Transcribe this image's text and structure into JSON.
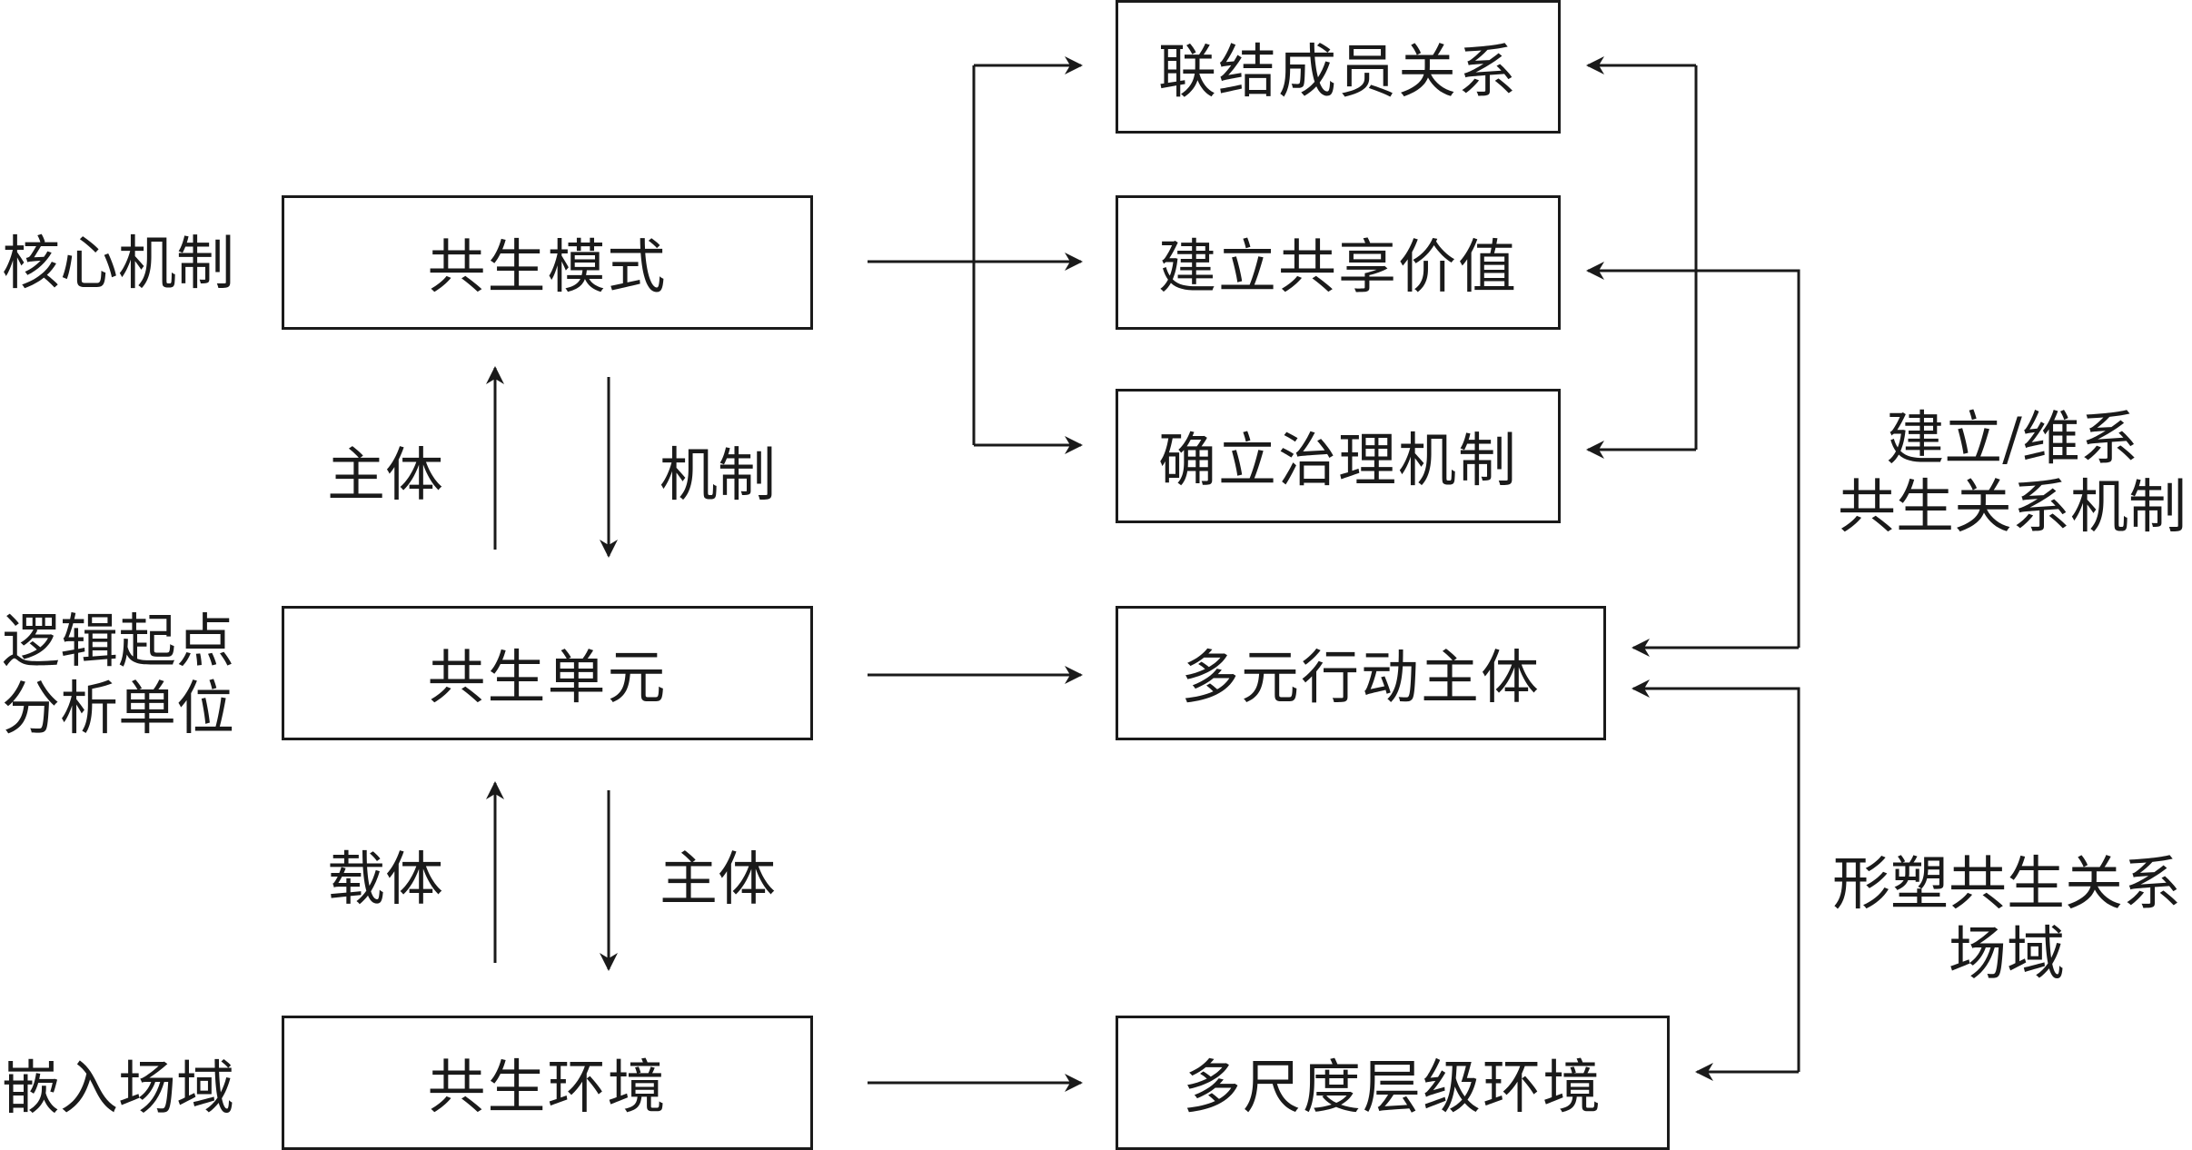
{
  "left_labels": {
    "core": "核心机制",
    "logic_1": "逻辑起点",
    "logic_2": "分析单位",
    "embed": "嵌入场域"
  },
  "boxes": {
    "mode": "共生模式",
    "unit": "共生单元",
    "env": "共生环境",
    "link": "联结成员关系",
    "value": "建立共享价值",
    "gov": "确立治理机制",
    "actors": "多元行动主体",
    "multi_env": "多尺度层级环境"
  },
  "arrow_labels": {
    "subject_upper": "主体",
    "mechanism": "机制",
    "carrier": "载体",
    "subject_lower": "主体"
  },
  "right_labels": {
    "maintain_1": "建立/维系",
    "maintain_2": "共生关系机制",
    "shape_1": "形塑共生关系",
    "shape_2": "场域"
  },
  "colors": {
    "line": "#1a1a1a",
    "background": "#ffffff"
  }
}
